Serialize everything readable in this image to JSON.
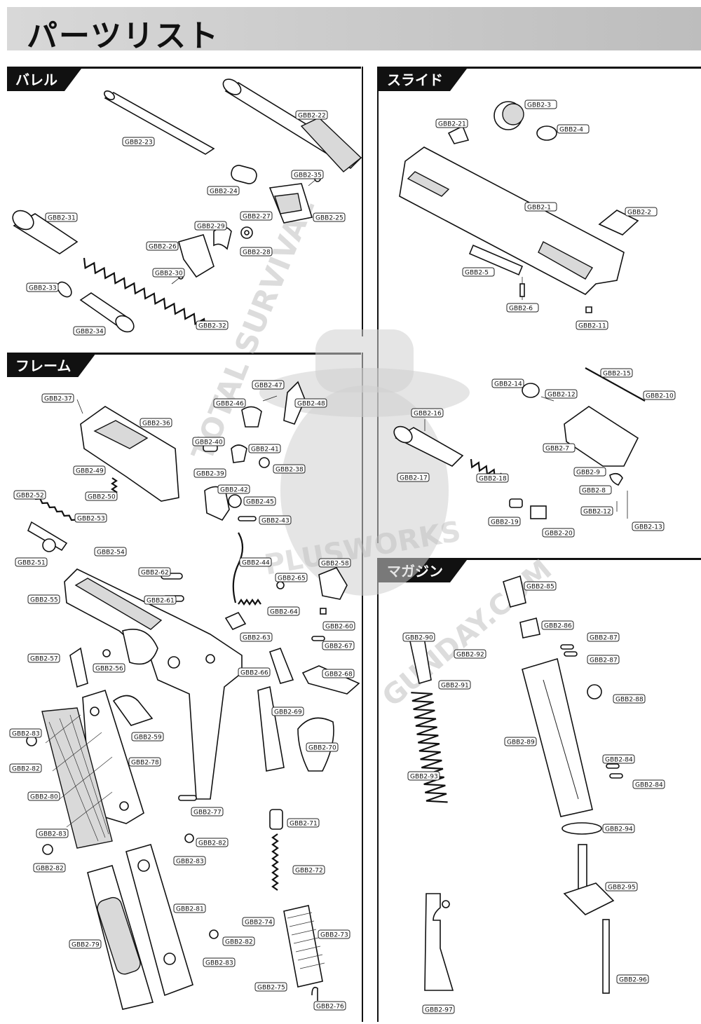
{
  "title": "パーツリスト",
  "sections": {
    "barrel": "バレル",
    "slide": "スライド",
    "frame": "フレーム",
    "magazine": "マガジン"
  },
  "labels": {
    "barrel": [
      "GBB2-22",
      "GBB2-23",
      "GBB2-24",
      "GBB2-35",
      "GBB2-31",
      "GBB2-29",
      "GBB2-27",
      "GBB2-25",
      "GBB2-26",
      "GBB2-28",
      "GBB2-30",
      "GBB2-33",
      "GBB2-34",
      "GBB2-32"
    ],
    "slide": [
      "GBB2-21",
      "GBB2-3",
      "GBB2-4",
      "GBB2-1",
      "GBB2-2",
      "GBB2-5",
      "GBB2-6",
      "GBB2-11",
      "GBB2-15",
      "GBB2-14",
      "GBB2-12",
      "GBB2-10",
      "GBB2-16",
      "GBB2-7",
      "GBB2-17",
      "GBB2-18",
      "GBB2-9",
      "GBB2-8",
      "GBB2-12",
      "GBB2-19",
      "GBB2-20",
      "GBB2-13"
    ],
    "frame": [
      "GBB2-37",
      "GBB2-47",
      "GBB2-46",
      "GBB2-48",
      "GBB2-36",
      "GBB2-40",
      "GBB2-41",
      "GBB2-38",
      "GBB2-49",
      "GBB2-39",
      "GBB2-50",
      "GBB2-42",
      "GBB2-52",
      "GBB2-45",
      "GBB2-53",
      "GBB2-43",
      "GBB2-54",
      "GBB2-51",
      "GBB2-44",
      "GBB2-58",
      "GBB2-62",
      "GBB2-65",
      "GBB2-55",
      "GBB2-61",
      "GBB2-64",
      "GBB2-60",
      "GBB2-63",
      "GBB2-67",
      "GBB2-57",
      "GBB2-56",
      "GBB2-66",
      "GBB2-68",
      "GBB2-69",
      "GBB2-59",
      "GBB2-83",
      "GBB2-70",
      "GBB2-82",
      "GBB2-78",
      "GBB2-80",
      "GBB2-77",
      "GBB2-71",
      "GBB2-83",
      "GBB2-82",
      "GBB2-82",
      "GBB2-83",
      "GBB2-72",
      "GBB2-81",
      "GBB2-74",
      "GBB2-73",
      "GBB2-82",
      "GBB2-79",
      "GBB2-83",
      "GBB2-75",
      "GBB2-76"
    ],
    "magazine": [
      "GBB2-85",
      "GBB2-86",
      "GBB2-87",
      "GBB2-90",
      "GBB2-92",
      "GBB2-87",
      "GBB2-91",
      "GBB2-88",
      "GBB2-89",
      "GBB2-93",
      "GBB2-84",
      "GBB2-84",
      "GBB2-94",
      "GBB2-95",
      "GBB2-97",
      "GBB2-96"
    ]
  },
  "watermark": {
    "left_text": "TOTAL SURVIVAL",
    "center_text": "PLUSWORKS",
    "right_text": "GUNDAY.COM"
  }
}
